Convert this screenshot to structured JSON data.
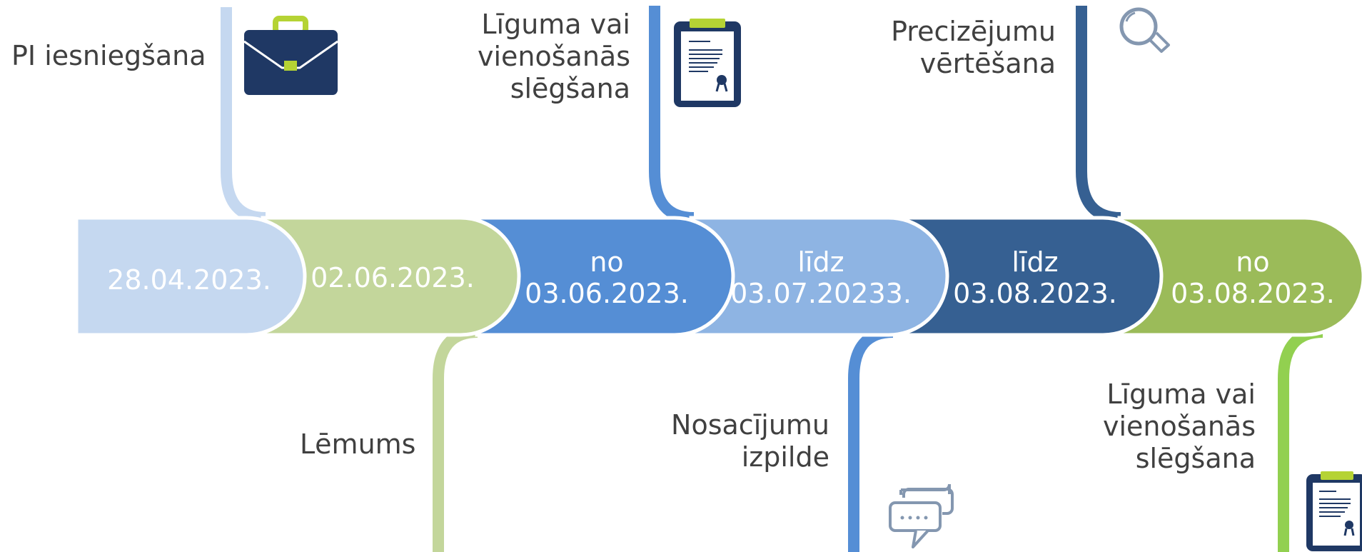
{
  "colors": {
    "stage1": "#c5d8f0",
    "stage2": "#c3d69b",
    "stage3": "#558ed5",
    "stage4": "#8eb4e3",
    "stage5": "#366092",
    "stage6": "#9bbb59",
    "connector_green_bright": "#92d050",
    "icon_navy": "#1f3864",
    "icon_accent": "#b5d334",
    "icon_gray": "#8497b0"
  },
  "stages": [
    {
      "date_lines": [
        "28.04.2023."
      ],
      "label_lines": [
        "PI iesniegšana"
      ],
      "label_position": "top",
      "icon": "briefcase-icon"
    },
    {
      "date_lines": [
        "02.06.2023."
      ],
      "label_lines": [
        "Lēmums"
      ],
      "label_position": "bottom",
      "icon": ""
    },
    {
      "date_lines": [
        "no",
        "03.06.2023."
      ],
      "label_lines": [
        "Līguma vai",
        "vienošanās",
        "slēgšana"
      ],
      "label_position": "top",
      "icon": "clipboard-certificate-icon"
    },
    {
      "date_lines": [
        "līdz",
        "03.07.20233."
      ],
      "label_lines": [
        "Nosacījumu",
        "izpilde"
      ],
      "label_position": "bottom",
      "icon": "chat-bubbles-icon"
    },
    {
      "date_lines": [
        "līdz",
        "03.08.2023."
      ],
      "label_lines": [
        "Precizējumu",
        "vērtēšana"
      ],
      "label_position": "top",
      "icon": "magnifier-icon"
    },
    {
      "date_lines": [
        "no",
        "03.08.2023."
      ],
      "label_lines": [
        "Līguma vai",
        "vienošanās",
        "slēgšana"
      ],
      "label_position": "bottom",
      "icon": "clipboard-certificate-icon"
    }
  ]
}
